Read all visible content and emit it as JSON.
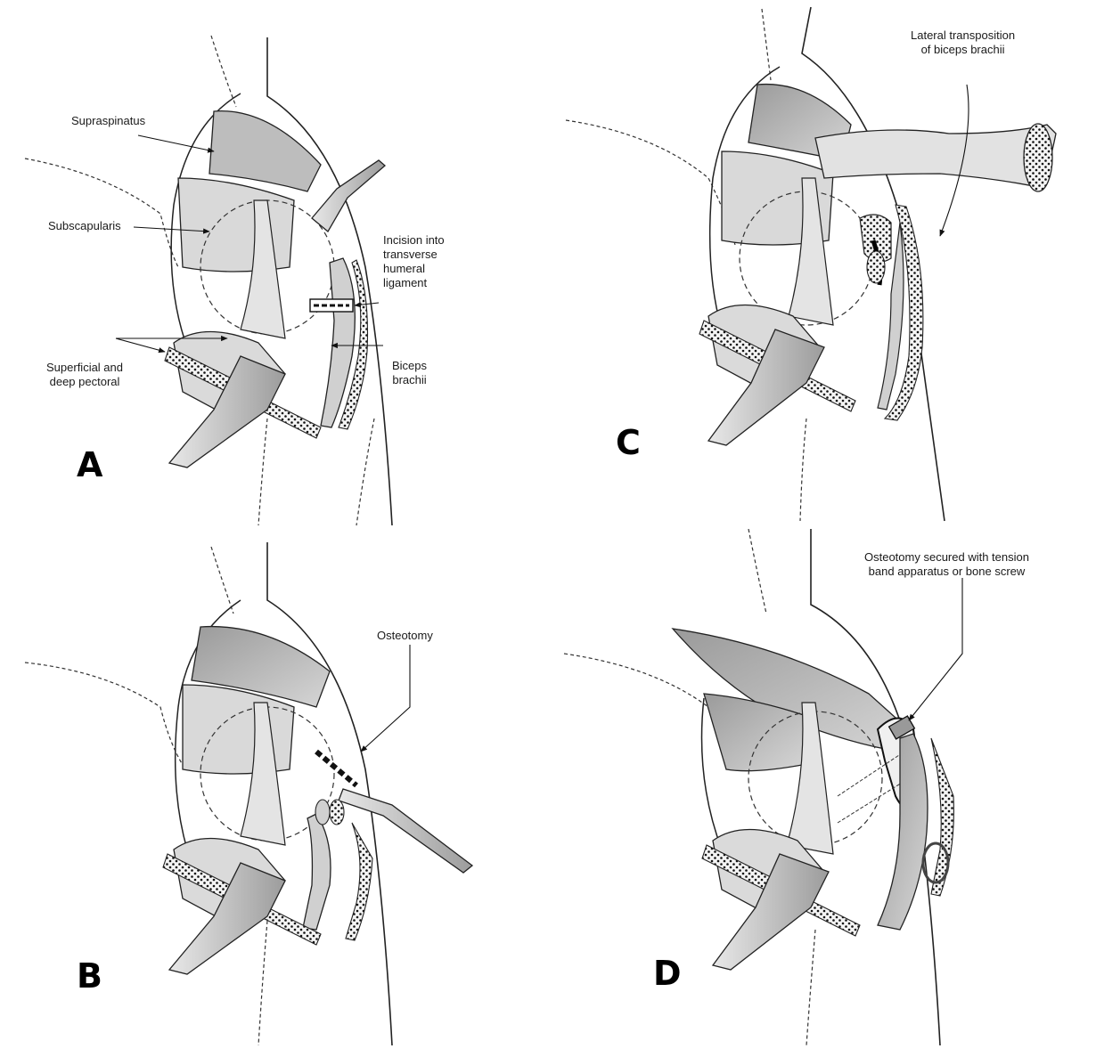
{
  "panels": {
    "A": {
      "letter": "A",
      "labels": {
        "supraspinatus": "Supraspinatus",
        "subscapularis": "Subscapularis",
        "pectoral": "Superficial and\ndeep pectoral",
        "incision": "Incision into\ntransverse\nhumeral\nligament",
        "biceps": "Biceps\nbrachii"
      }
    },
    "B": {
      "letter": "B",
      "labels": {
        "osteotomy": "Osteotomy"
      }
    },
    "C": {
      "letter": "C",
      "labels": {
        "transposition": "Lateral transposition\nof biceps brachii"
      }
    },
    "D": {
      "letter": "D",
      "labels": {
        "secured": "Osteotomy secured with tension\nband apparatus or bone screw"
      }
    }
  },
  "colors": {
    "muscle_light": "#d9d9d9",
    "muscle_mid": "#bdbdbd",
    "muscle_dark": "#8f8f8f",
    "bone": "#f0f0f0",
    "line": "#222222"
  }
}
